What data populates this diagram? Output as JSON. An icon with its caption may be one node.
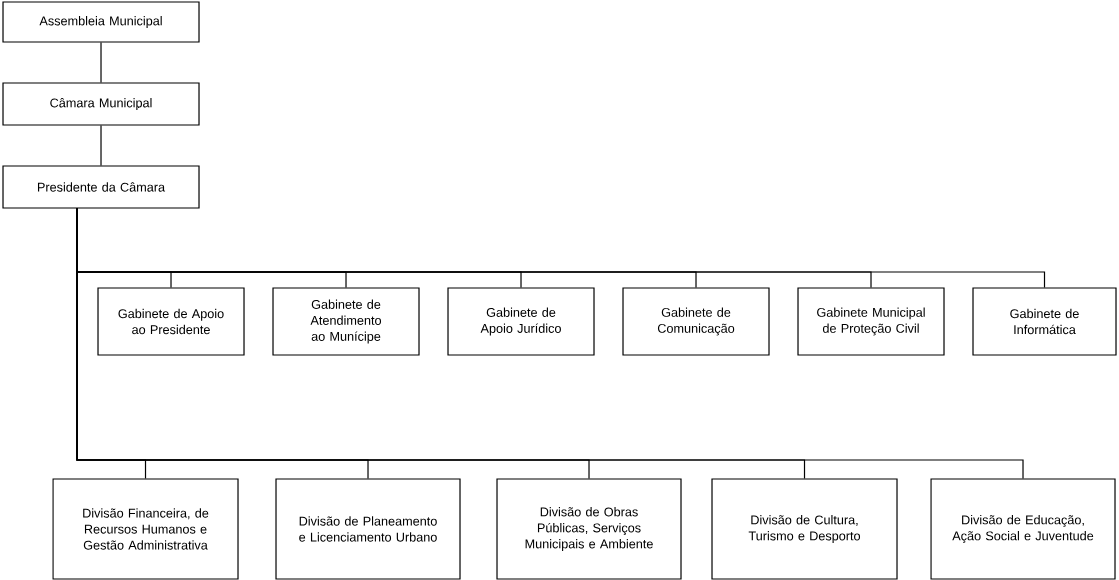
{
  "diagram": {
    "nodes": [
      {
        "text": [
          "Assembleia Municipal"
        ]
      },
      {
        "text": [
          "Câmara Municipal"
        ]
      },
      {
        "text": [
          "Presidente da Câmara"
        ]
      },
      {
        "text": [
          "Gabinete de Apoio ao Presidente"
        ]
      },
      {
        "text": [
          "Gabinete de Atendimento ao Munícipe"
        ]
      },
      {
        "text": [
          "Gabinete de Apoio Jurídico"
        ]
      },
      {
        "text": [
          "Gabinete de Comunicação"
        ]
      },
      {
        "text": [
          "Gabinete Municipal de Proteção Civil"
        ]
      },
      {
        "text": [
          "Gabinete de Informática"
        ]
      },
      {
        "text": [
          "Divisão Financeira, de Recursos Humanos e Gestão Administrativa"
        ]
      },
      {
        "text": [
          "Divisão de Planeamento e Licenciamento Urbano"
        ]
      },
      {
        "text": [
          "Divisão de Obras Públicas, Serviços Municipais e Ambiente"
        ]
      },
      {
        "text": [
          "Divisão de Cultura, Turismo e Desporto"
        ]
      },
      {
        "text": [
          "Divisão de Educação, Ação Social e Juventude"
        ]
      }
    ],
    "edges": [
      {
        "from": 0,
        "to": 1,
        "arrow": "none"
      },
      {
        "from": 1,
        "to": 2,
        "arrow": "none"
      },
      {
        "from": 2,
        "to": 3,
        "arrow": "none"
      },
      {
        "from": 2,
        "to": 4,
        "arrow": "none"
      },
      {
        "from": 2,
        "to": 5,
        "arrow": "none"
      },
      {
        "from": 2,
        "to": 6,
        "arrow": "none"
      },
      {
        "from": 2,
        "to": 7,
        "arrow": "none"
      },
      {
        "from": 2,
        "to": 8,
        "arrow": "none"
      },
      {
        "from": 2,
        "to": 9,
        "arrow": "none"
      },
      {
        "from": 2,
        "to": 10,
        "arrow": "none"
      },
      {
        "from": 2,
        "to": 11,
        "arrow": "none"
      },
      {
        "from": 2,
        "to": 12,
        "arrow": "none"
      },
      {
        "from": 2,
        "to": 13,
        "arrow": "none"
      }
    ]
  }
}
